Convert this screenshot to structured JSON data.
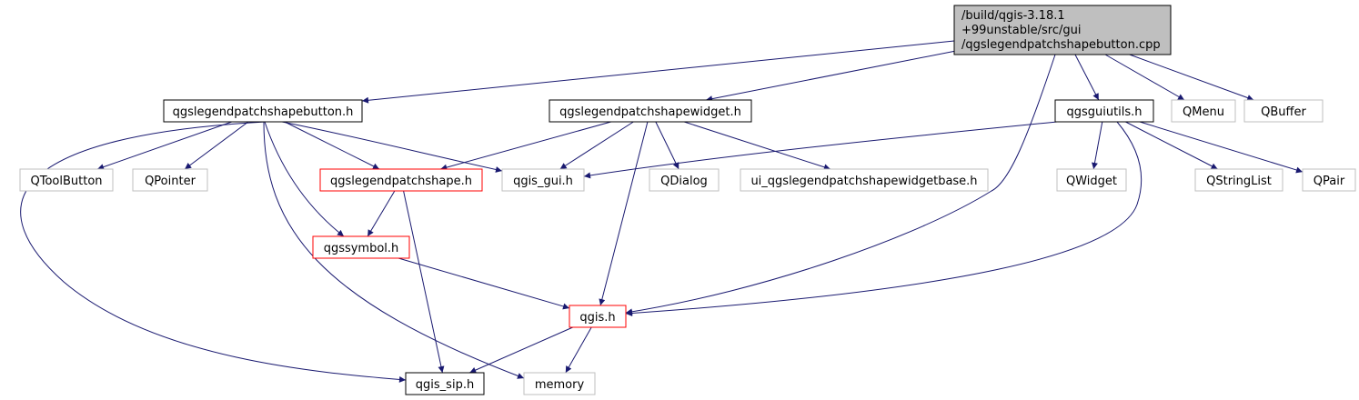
{
  "colors": {
    "edge": "#191970",
    "root_fill": "#bfbfbf",
    "black_border": "#000000",
    "red_border": "#ff0000",
    "gray_border": "#bfbfbf"
  },
  "nodes": {
    "root": {
      "lines": [
        "/build/qgis-3.18.1",
        "+99unstable/src/gui",
        "/qgslegendpatchshapebutton.cpp"
      ],
      "style": "root"
    },
    "button_h": {
      "lines": [
        "qgslegendpatchshapebutton.h"
      ],
      "style": "black"
    },
    "widget_h": {
      "lines": [
        "qgslegendpatchshapewidget.h"
      ],
      "style": "black"
    },
    "guiutils_h": {
      "lines": [
        "qgsguiutils.h"
      ],
      "style": "black"
    },
    "qmenu": {
      "lines": [
        "QMenu"
      ],
      "style": "gray"
    },
    "qbuffer": {
      "lines": [
        "QBuffer"
      ],
      "style": "gray"
    },
    "qtoolbutton": {
      "lines": [
        "QToolButton"
      ],
      "style": "gray"
    },
    "qpointer": {
      "lines": [
        "QPointer"
      ],
      "style": "gray"
    },
    "shape_h": {
      "lines": [
        "qgslegendpatchshape.h"
      ],
      "style": "red"
    },
    "gui_h": {
      "lines": [
        "qgis_gui.h"
      ],
      "style": "gray"
    },
    "qdialog": {
      "lines": [
        "QDialog"
      ],
      "style": "gray"
    },
    "ui_base_h": {
      "lines": [
        "ui_qgslegendpatchshapewidgetbase.h"
      ],
      "style": "gray"
    },
    "qwidget": {
      "lines": [
        "QWidget"
      ],
      "style": "gray"
    },
    "qstringlist": {
      "lines": [
        "QStringList"
      ],
      "style": "gray"
    },
    "qpair": {
      "lines": [
        "QPair"
      ],
      "style": "gray"
    },
    "symbol_h": {
      "lines": [
        "qgssymbol.h"
      ],
      "style": "red"
    },
    "qgis_h": {
      "lines": [
        "qgis.h"
      ],
      "style": "red"
    },
    "sip_h": {
      "lines": [
        "qgis_sip.h"
      ],
      "style": "black"
    },
    "memory": {
      "lines": [
        "memory"
      ],
      "style": "gray"
    }
  },
  "edges": [
    [
      "root",
      "button_h"
    ],
    [
      "root",
      "widget_h"
    ],
    [
      "root",
      "qgis_h"
    ],
    [
      "root",
      "guiutils_h"
    ],
    [
      "root",
      "qmenu"
    ],
    [
      "root",
      "qbuffer"
    ],
    [
      "button_h",
      "qtoolbutton"
    ],
    [
      "button_h",
      "qpointer"
    ],
    [
      "button_h",
      "shape_h"
    ],
    [
      "button_h",
      "gui_h"
    ],
    [
      "button_h",
      "symbol_h"
    ],
    [
      "button_h",
      "sip_h"
    ],
    [
      "button_h",
      "memory"
    ],
    [
      "widget_h",
      "shape_h"
    ],
    [
      "widget_h",
      "gui_h"
    ],
    [
      "widget_h",
      "qdialog"
    ],
    [
      "widget_h",
      "ui_base_h"
    ],
    [
      "widget_h",
      "qgis_h"
    ],
    [
      "guiutils_h",
      "gui_h"
    ],
    [
      "guiutils_h",
      "qwidget"
    ],
    [
      "guiutils_h",
      "qstringlist"
    ],
    [
      "guiutils_h",
      "qpair"
    ],
    [
      "guiutils_h",
      "qgis_h"
    ],
    [
      "shape_h",
      "symbol_h"
    ],
    [
      "shape_h",
      "sip_h"
    ],
    [
      "symbol_h",
      "qgis_h"
    ],
    [
      "qgis_h",
      "sip_h"
    ],
    [
      "qgis_h",
      "memory"
    ]
  ]
}
